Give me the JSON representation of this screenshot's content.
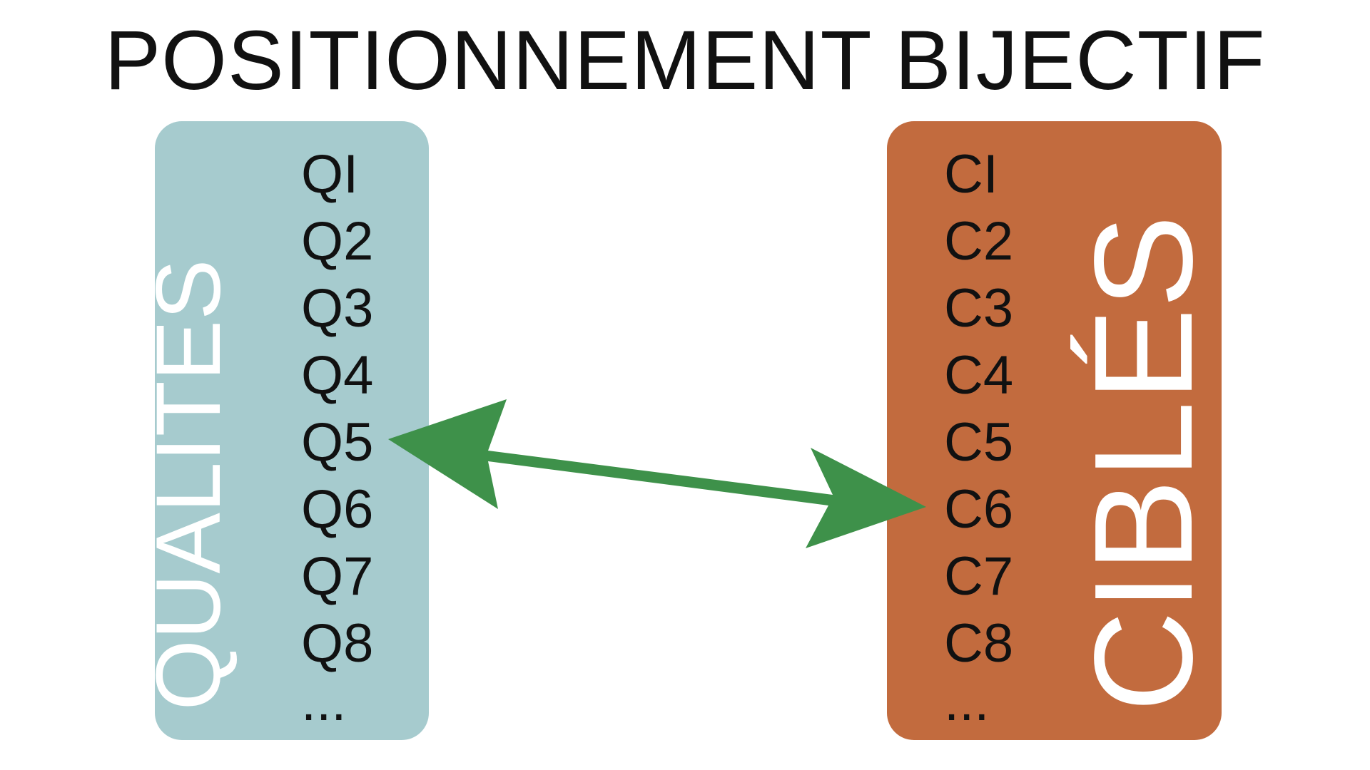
{
  "title": "POSITIONNEMENT BIJECTIF",
  "left_panel": {
    "label": "QUALITÉS",
    "color": "#a6cbce",
    "items": [
      "QI",
      "Q2",
      "Q3",
      "Q4",
      "Q5",
      "Q6",
      "Q7",
      "Q8",
      "..."
    ]
  },
  "right_panel": {
    "label": "CIBLÉS",
    "color": "#c26b3e",
    "items": [
      "CI",
      "C2",
      "C3",
      "C4",
      "C5",
      "C6",
      "C7",
      "C8",
      "..."
    ]
  },
  "arrow": {
    "from": "Q5",
    "to": "C6",
    "color": "#3e914a",
    "type": "double-headed-arrow"
  }
}
